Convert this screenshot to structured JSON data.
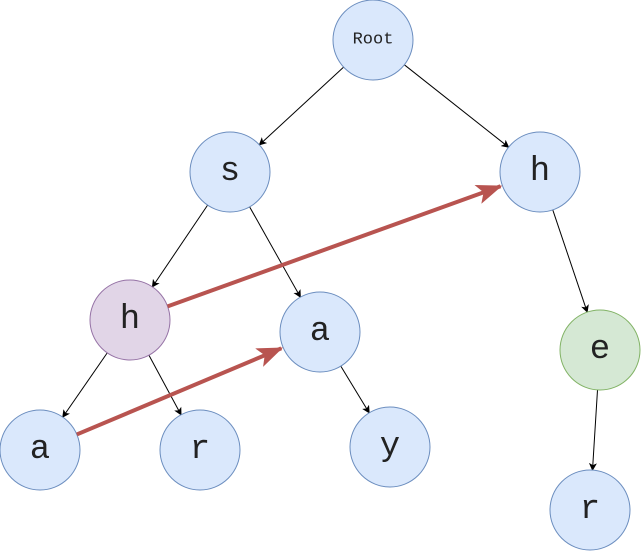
{
  "diagram": {
    "type": "trie",
    "nodes": [
      {
        "id": "root",
        "label": "Root",
        "style": "default"
      },
      {
        "id": "s",
        "label": "s",
        "style": "default"
      },
      {
        "id": "h1",
        "label": "h",
        "style": "default"
      },
      {
        "id": "h2",
        "label": "h",
        "style": "highlight"
      },
      {
        "id": "a1",
        "label": "a",
        "style": "default"
      },
      {
        "id": "a2",
        "label": "a",
        "style": "default"
      },
      {
        "id": "r1",
        "label": "r",
        "style": "default"
      },
      {
        "id": "y",
        "label": "y",
        "style": "default"
      },
      {
        "id": "e",
        "label": "e",
        "style": "terminal"
      },
      {
        "id": "r2",
        "label": "r",
        "style": "default"
      }
    ],
    "edges": [
      {
        "from": "root",
        "to": "s"
      },
      {
        "from": "root",
        "to": "h1"
      },
      {
        "from": "s",
        "to": "h2"
      },
      {
        "from": "s",
        "to": "a1"
      },
      {
        "from": "h2",
        "to": "a2"
      },
      {
        "from": "h2",
        "to": "r1"
      },
      {
        "from": "a1",
        "to": "y"
      },
      {
        "from": "h1",
        "to": "e"
      },
      {
        "from": "e",
        "to": "r2"
      }
    ],
    "links": [
      {
        "from": "h2",
        "to": "h1",
        "kind": "suffix-link"
      },
      {
        "from": "a2",
        "to": "a1",
        "kind": "suffix-link"
      }
    ],
    "colors": {
      "default_fill": "#dae8fc",
      "default_stroke": "#6c8ebf",
      "highlight_fill": "#e1d5e7",
      "highlight_stroke": "#9673a6",
      "terminal_fill": "#d5e8d4",
      "terminal_stroke": "#82b366",
      "link": "#b85450",
      "edge": "#000000"
    }
  }
}
